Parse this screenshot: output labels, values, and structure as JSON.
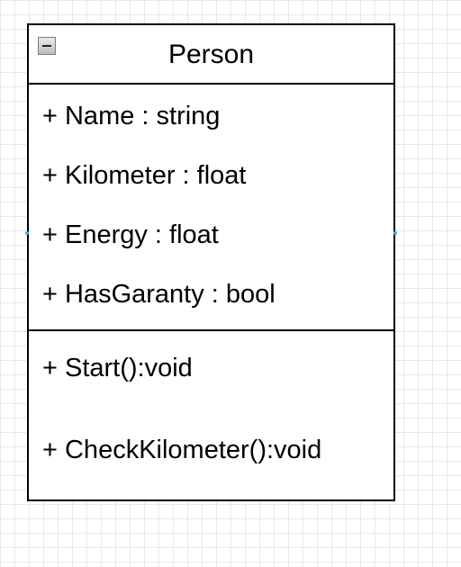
{
  "class": {
    "name": "Person",
    "attributes": [
      "+ Name : string",
      "+ Kilometer : float",
      "+ Energy : float",
      "+ HasGaranty : bool"
    ],
    "methods": [
      "+ Start():void",
      "+ CheckKilometer():void"
    ]
  },
  "colors": {
    "border": "#000000",
    "grid": "#e8e8e8",
    "connection_point": "#29b6f2"
  },
  "icons": {
    "collapse": "minus-box-icon"
  }
}
